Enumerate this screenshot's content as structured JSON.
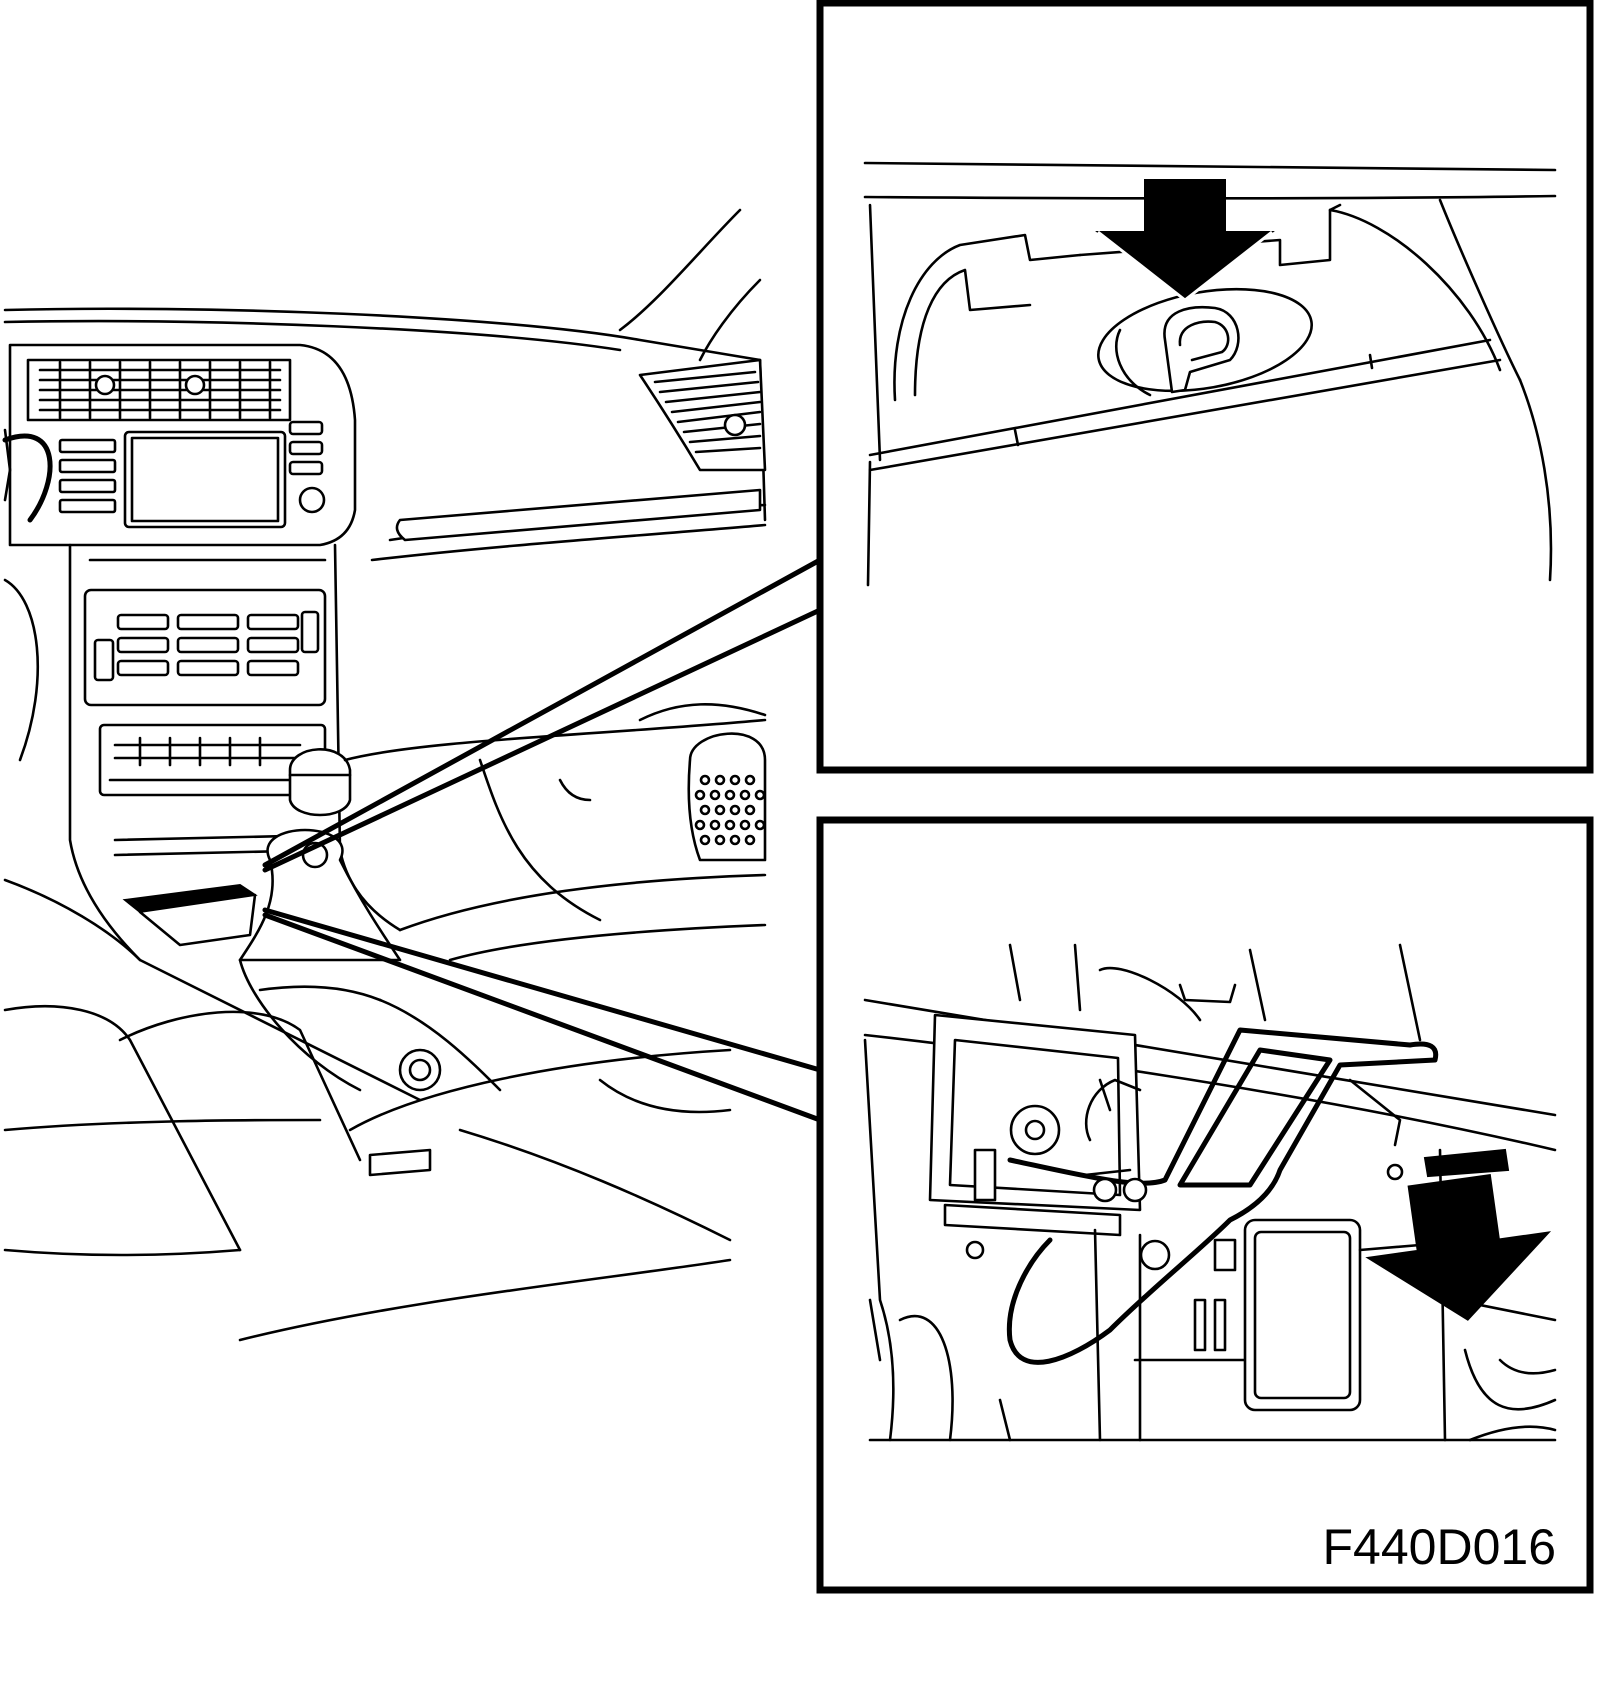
{
  "figure_code": "F440D016",
  "colors": {
    "ink": "#000000",
    "paper": "#ffffff"
  },
  "panels": [
    {
      "name": "overview",
      "depicts": "car-interior-dashboard-and-center-console"
    },
    {
      "name": "detail-top",
      "depicts": "cover-removal-with-down-arrow"
    },
    {
      "name": "detail-bottom",
      "depicts": "bracket-mechanism-with-arrow"
    }
  ],
  "icons": [
    "down-arrow-icon",
    "diagonal-arrow-icon"
  ]
}
